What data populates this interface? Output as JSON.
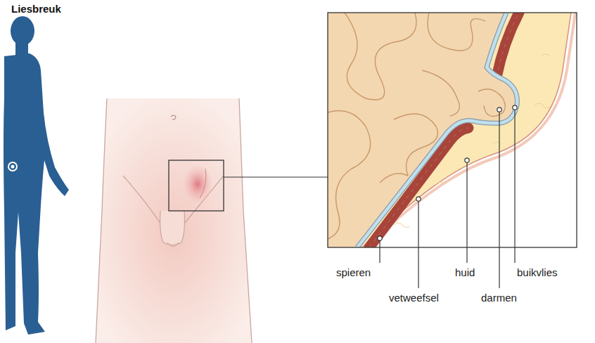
{
  "diagram": {
    "title": "Liesbreuk",
    "labels": [
      "spieren",
      "vetweefsel",
      "huid",
      "darmen",
      "buikvlies"
    ]
  }
}
